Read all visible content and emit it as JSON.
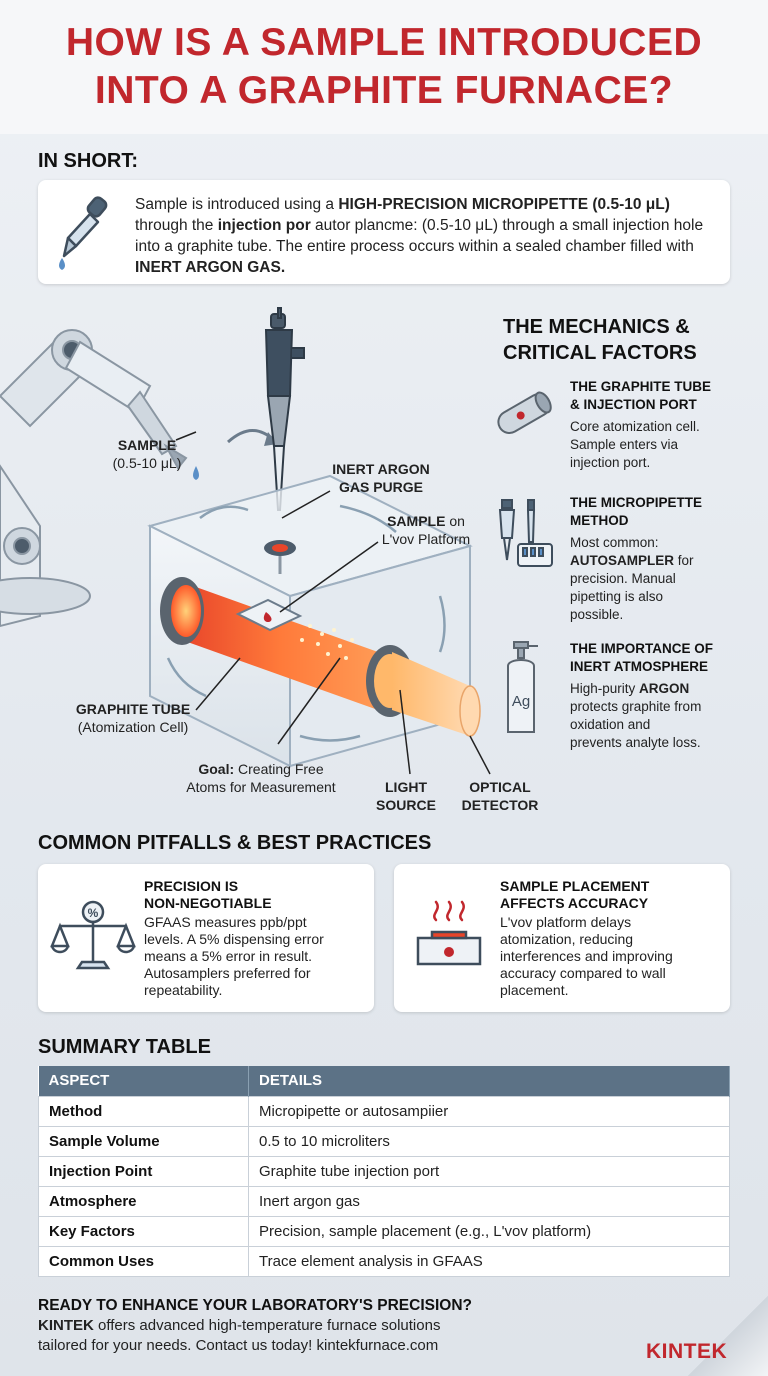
{
  "title": {
    "line1": "HOW IS A SAMPLE INTRODUCED",
    "line2": "INTO A GRAPHITE FURNACE?"
  },
  "in_short": {
    "heading": "IN SHORT:",
    "text_1": "Sample is introduced using a ",
    "bold_1": "HIGH-PRECISION MICROPIPETTE (0.5-10 μL)",
    "text_2": " through the ",
    "bold_2": "injection por",
    "text_3": "autor plancme: (0.5-10 μL) through a small injection hole into a graphite tube. The entire process occurs within a sealed chamber filled with ",
    "bold_3": "INERT ARGON GAS."
  },
  "illustration": {
    "sample_label": "SAMPLE",
    "sample_volume": "(0.5-10 μL)",
    "argon_label_1": "INERT ARGON",
    "argon_label_2": "GAS PURGE",
    "platform_bold": "SAMPLE",
    "platform_on": " on",
    "platform_label": "L'vov Platform",
    "tube_label": "GRAPHITE TUBE",
    "tube_sub": "(Atomization Cell)",
    "goal_bold": "Goal:",
    "goal_text_1": " Creating Free",
    "goal_text_2": "Atoms for Measurement",
    "light_1": "LIGHT",
    "light_2": "SOURCE",
    "detector_1": "OPTICAL",
    "detector_2": "DETECTOR"
  },
  "mechanics": {
    "heading_1": "THE MECHANICS &",
    "heading_2": "CRITICAL FACTORS",
    "items": [
      {
        "title_1": "THE GRAPHITE TUBE",
        "title_2": "& INJECTION PORT",
        "desc_1": "Core atomization cell.",
        "desc_2": "Sample enters via",
        "desc_3": "injection port.",
        "icon": "graphite-tube-icon"
      },
      {
        "title_1": "THE MICROPIPETTE",
        "title_2": "METHOD",
        "desc_1": "Most common:",
        "desc_2_bold": "AUTOSAMPLER",
        "desc_2": " for",
        "desc_3": "precision. Manual",
        "desc_4": "pipetting is also",
        "desc_5": "possible.",
        "icon": "micropipette-icon"
      },
      {
        "title_1": "THE IMPORTANCE OF",
        "title_2": "INERT ATMOSPHERE",
        "desc_1": "High-purity ",
        "desc_1_bold": "ARGON",
        "desc_2": "protects graphite from",
        "desc_3": "oxidation and",
        "desc_4": "prevents analyte loss.",
        "icon": "gas-cylinder-icon",
        "cylinder_label": "Ag"
      }
    ]
  },
  "pitfalls": {
    "heading": "COMMON PITFALLS & BEST PRACTICES",
    "cards": [
      {
        "title_1": "PRECISION IS",
        "title_2": "NON-NEGOTIABLE",
        "body": [
          "GFAAS measures ppb/ppt",
          "levels. A 5% dispensing error",
          "means a 5% error in result.",
          "Autosamplers preferred for",
          "repeatability."
        ],
        "icon": "balance-scale-icon",
        "icon_text": "%"
      },
      {
        "title_1": "SAMPLE PLACEMENT",
        "title_2": "AFFECTS ACCURACY",
        "body": [
          "L'vov platform delays",
          "atomization, reducing",
          "interferences and improving",
          "accuracy compared to wall",
          "placement."
        ],
        "icon": "heated-platform-icon"
      }
    ]
  },
  "summary": {
    "heading": "SUMMARY TABLE",
    "headers": [
      "ASPECT",
      "DETAILS"
    ],
    "rows": [
      [
        "Method",
        "Micropipette or autosampiier"
      ],
      [
        "Sample Volume",
        "0.5 to 10 microliters"
      ],
      [
        "Injection Point",
        "Graphite tube injection port"
      ],
      [
        "Atmosphere",
        "Inert argon gas"
      ],
      [
        "Key Factors",
        "Precision, sample placement (e.g., L'vov platform)"
      ],
      [
        "Common Uses",
        "Trace element analysis in GFAAS"
      ]
    ]
  },
  "cta": {
    "heading": "READY TO ENHANCE YOUR LABORATORY'S PRECISION?",
    "brand_inline": "KINTEK",
    "line_1": " offers advanced high-temperature furnace solutions",
    "line_2": "tailored for your needs. Contact us today! kintekfurnace.com"
  },
  "brand": "KINTEK",
  "colors": {
    "title_red": "#c1272d",
    "table_header": "#5c7286",
    "accent_orange": "#f26a3d"
  }
}
